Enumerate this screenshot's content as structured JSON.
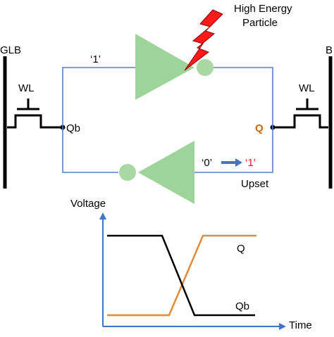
{
  "colors": {
    "wire": "#5b7fbf",
    "inverter_fill": "#9ed39a",
    "bubble_fill": "#a9d8a4",
    "lightning": "#ff1a1a",
    "lightning_stroke": "#8a0000",
    "q_label": "#c06a1a",
    "upset_one": "#e02020",
    "arrow": "#4472c4",
    "line_black": "#000000",
    "line_orange": "#e08a3a",
    "axis": "#4472c4"
  },
  "circuit": {
    "particle_label_line1": "High Energy",
    "particle_label_line2": "Particle",
    "left_bitline_label": "GLB",
    "right_bitline_label": "B",
    "wl_left": "WL",
    "wl_right": "WL",
    "node_qb": "Qb",
    "node_q": "Q",
    "top_value": "‘1’",
    "bottom_value_old": "‘0’",
    "bottom_value_new": "‘1’",
    "upset_label": "Upset"
  },
  "waveform": {
    "y_axis_label": "Voltage",
    "x_axis_label": "Time",
    "q_label": "Q",
    "qb_label": "Qb",
    "q_signal": "rises low to high",
    "qb_signal": "falls high to low"
  }
}
